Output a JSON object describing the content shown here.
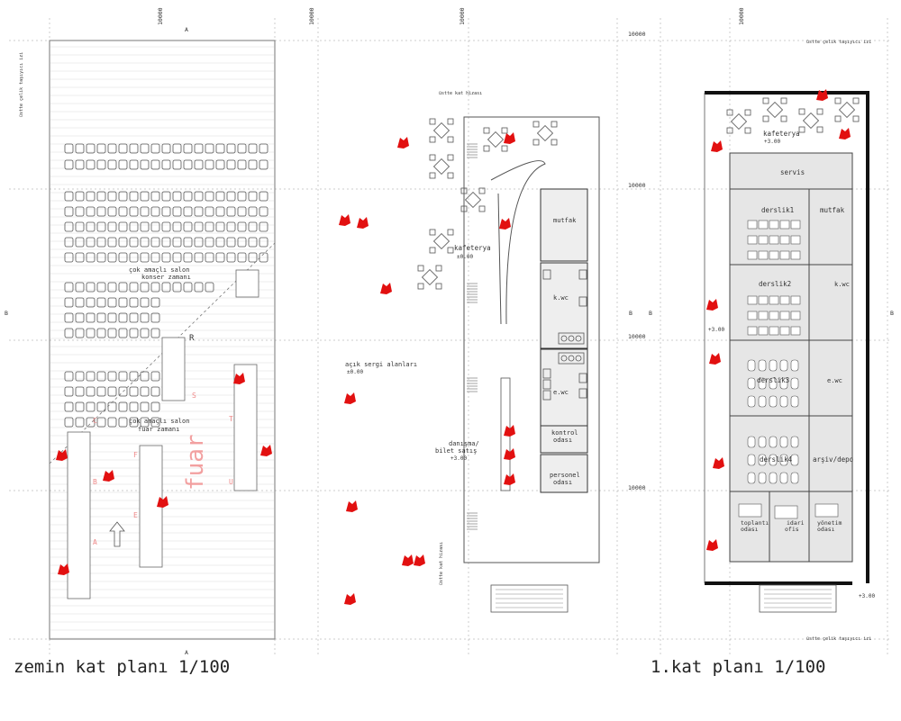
{
  "titles": {
    "ground_floor": "zemin kat planı 1/100",
    "first_floor": "1.kat planı 1/100"
  },
  "grid": {
    "dims": [
      "10000",
      "10000",
      "10000",
      "10000",
      "10000",
      "10000",
      "10000",
      "10000"
    ],
    "axis_a": "A",
    "axis_b": "B"
  },
  "notes": {
    "steel_top_left": "üstte çelik taşıyıcı izi",
    "steel_mid_top": "üstte kat hizası",
    "steel_mid_bottom": "üstte kat hizası",
    "steel_right_top": "üstte çelik taşıyıcı izi",
    "steel_right_bottom": "üstte çelik taşıyıcı izi"
  },
  "ground_left": {
    "concert": "çok amaçlı salon",
    "concert_sub": "konser zamanı",
    "fair": "çok amaçlı salon",
    "fair_sub": "fuar zamanı",
    "fuar": "fuar",
    "stands": [
      "A",
      "B",
      "C",
      "S",
      "E",
      "F",
      "T",
      "U",
      "R"
    ]
  },
  "ground_mid": {
    "cafeteria": "kafeterya",
    "cafeteria_level": "±0.00",
    "open_gallery": "açık sergi alanları",
    "open_gallery_level": "±0.00",
    "info": "danışma/",
    "info2": "bilet satış",
    "info_level": "+3.00",
    "kitchen": "mutfak",
    "kwc": "k.wc",
    "ewc": "e.wc",
    "control": "kontrol",
    "control2": "odası",
    "staff": "personel",
    "staff2": "odası"
  },
  "first_floor": {
    "cafeteria": "kafeterya",
    "cafeteria_level": "+3.00",
    "service": "servis",
    "class1": "derslik1",
    "class2": "derslik2",
    "class3": "derslik3",
    "class4": "derslik4",
    "kitchen": "mutfak",
    "kwc": "k.wc",
    "ewc": "e.wc",
    "archive": "arşiv/depo",
    "meeting": "toplantı",
    "meeting2": "odası",
    "admin": "idari",
    "admin2": "ofis",
    "manager": "yönetim",
    "manager2": "odası",
    "level_left": "+3.00",
    "level_bottom": "+3.00"
  }
}
